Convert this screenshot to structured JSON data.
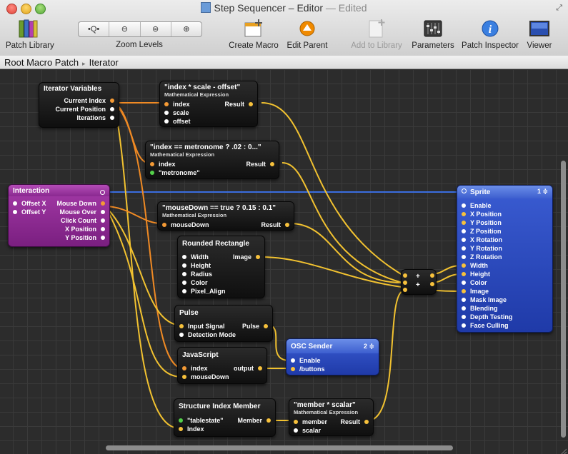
{
  "window": {
    "title": "Step Sequencer – Editor",
    "edited": "— Edited",
    "fullscreen_icon": "fullscreen-arrows-icon"
  },
  "toolbar": {
    "patch_library": "Patch Library",
    "zoom_levels": "Zoom Levels",
    "zoom_fit": "•Q•",
    "zoom_out": "⊖",
    "zoom_actual": "⊜",
    "zoom_in": "⊕",
    "create_macro": "Create Macro",
    "edit_parent": "Edit Parent",
    "add_to_library": "Add to Library",
    "parameters": "Parameters",
    "patch_inspector": "Patch Inspector",
    "viewer": "Viewer"
  },
  "breadcrumb": {
    "root": "Root Macro Patch",
    "separator": "▸",
    "current": "Iterator"
  },
  "nodes": {
    "iterator_vars": {
      "title": "Iterator Variables",
      "outputs": [
        "Current Index",
        "Current Position",
        "Iterations"
      ]
    },
    "expr1": {
      "title": "\"index * scale - offset\"",
      "subtitle": "Mathematical Expression",
      "inputs": [
        "index",
        "scale",
        "offset"
      ],
      "output": "Result"
    },
    "expr2": {
      "title": "\"index == metronome ? .02 : 0...\"",
      "subtitle": "Mathematical Expression",
      "inputs": [
        "index",
        "\"metronome\""
      ],
      "output": "Result"
    },
    "interaction": {
      "title": "Interaction",
      "inputs": [
        "Offset X",
        "Offset Y"
      ],
      "outputs": [
        "Mouse Down",
        "Mouse Over",
        "Click Count",
        "X Position",
        "Y Position"
      ]
    },
    "expr3": {
      "title": "\"mouseDown == true ? 0.15 : 0.1\"",
      "subtitle": "Mathematical Expression",
      "inputs": [
        "mouseDown"
      ],
      "output": "Result"
    },
    "rounded_rect": {
      "title": "Rounded Rectangle",
      "inputs": [
        "Width",
        "Height",
        "Radius",
        "Color",
        "Pixel_Align"
      ],
      "output": "Image"
    },
    "pulse": {
      "title": "Pulse",
      "inputs": [
        "Input Signal",
        "Detection Mode"
      ],
      "output": "Pulse"
    },
    "javascript": {
      "title": "JavaScript",
      "inputs": [
        "index",
        "mouseDown"
      ],
      "output": "output"
    },
    "osc": {
      "title": "OSC Sender",
      "index": "2 ≑",
      "inputs": [
        "Enable",
        "/buttons"
      ]
    },
    "struct": {
      "title": "Structure Index Member",
      "inputs": [
        "\"tablestate\"",
        "Index"
      ],
      "output": "Member"
    },
    "expr4": {
      "title": "\"member * scalar\"",
      "subtitle": "Mathematical Expression",
      "inputs": [
        "member",
        "scalar"
      ],
      "output": "Result"
    },
    "plus": {
      "labels": [
        "+",
        "+"
      ]
    },
    "sprite": {
      "title": "Sprite",
      "index": "1 ≑",
      "inputs": [
        "Enable",
        "X Position",
        "Y Position",
        "Z Position",
        "X Rotation",
        "Y Rotation",
        "Z Rotation",
        "Width",
        "Height",
        "Color",
        "Image",
        "Mask Image",
        "Blending",
        "Depth Testing",
        "Face Culling"
      ]
    }
  },
  "colors": {
    "wire_yellow": "#f2c230",
    "wire_orange": "#f08a24",
    "wire_blue": "#3a6de0",
    "interaction_purple": "#8a2990",
    "sprite_blue": "#3d5fcf"
  }
}
